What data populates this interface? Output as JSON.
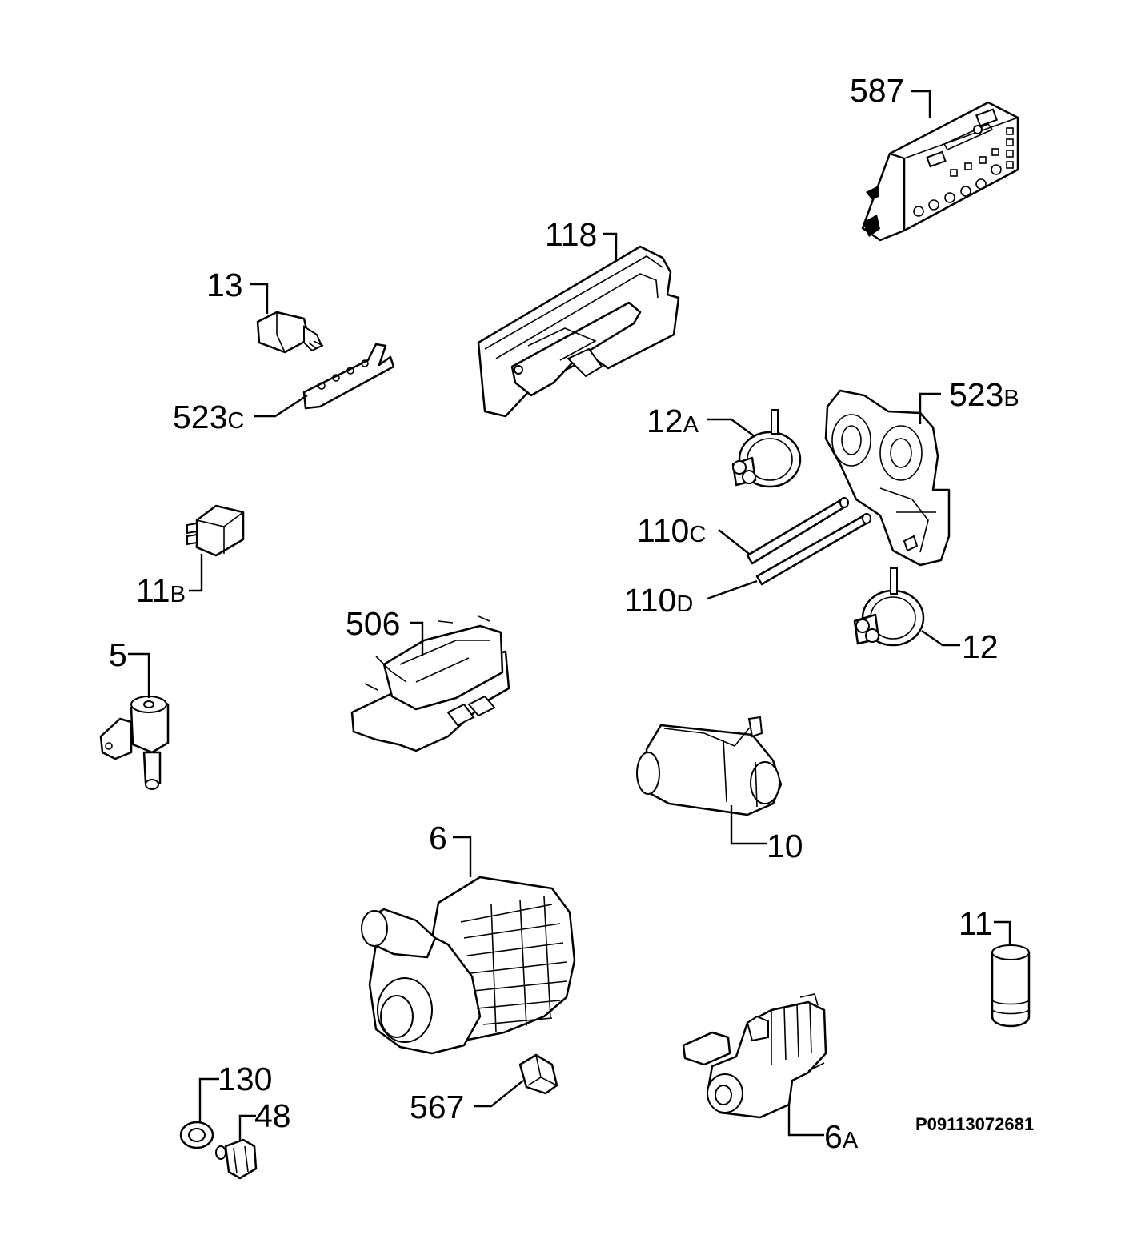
{
  "diagram": {
    "reference_code": "P09113072681",
    "callouts": {
      "c587": {
        "number": "587",
        "suffix": ""
      },
      "c118": {
        "number": "118",
        "suffix": ""
      },
      "c13": {
        "number": "13",
        "suffix": ""
      },
      "c523c": {
        "number": "523",
        "suffix": "C"
      },
      "c523b": {
        "number": "523",
        "suffix": "B"
      },
      "c12a": {
        "number": "12",
        "suffix": "A"
      },
      "c110c": {
        "number": "110",
        "suffix": "C"
      },
      "c110d": {
        "number": "110",
        "suffix": "D"
      },
      "c12": {
        "number": "12",
        "suffix": ""
      },
      "c11b": {
        "number": "11",
        "suffix": "B"
      },
      "c506": {
        "number": "506",
        "suffix": ""
      },
      "c5": {
        "number": "5",
        "suffix": ""
      },
      "c10": {
        "number": "10",
        "suffix": ""
      },
      "c6": {
        "number": "6",
        "suffix": ""
      },
      "c11": {
        "number": "11",
        "suffix": ""
      },
      "c130": {
        "number": "130",
        "suffix": ""
      },
      "c48": {
        "number": "48",
        "suffix": ""
      },
      "c567": {
        "number": "567",
        "suffix": ""
      },
      "c6a": {
        "number": "6",
        "suffix": "A"
      }
    }
  }
}
